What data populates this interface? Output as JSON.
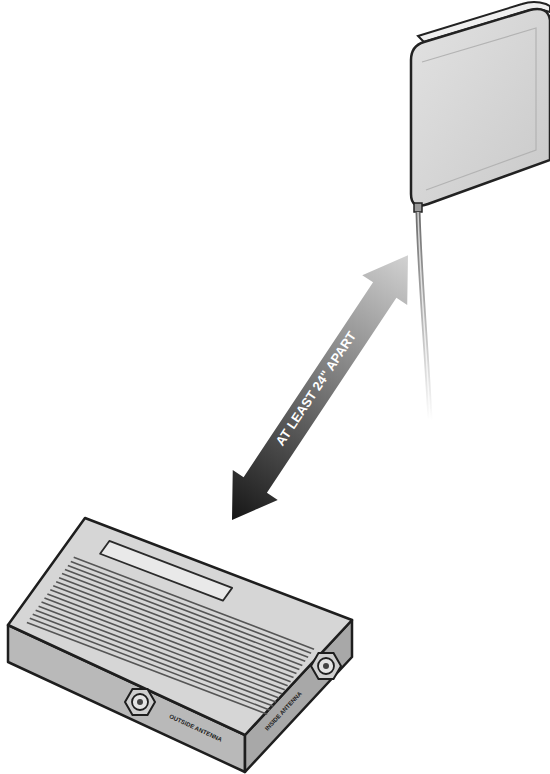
{
  "diagram": {
    "labels": [
      "AT LEAST 24\" APART",
      "OUTSIDE ANTENNA",
      "INSIDE ANTENNA"
    ]
  }
}
